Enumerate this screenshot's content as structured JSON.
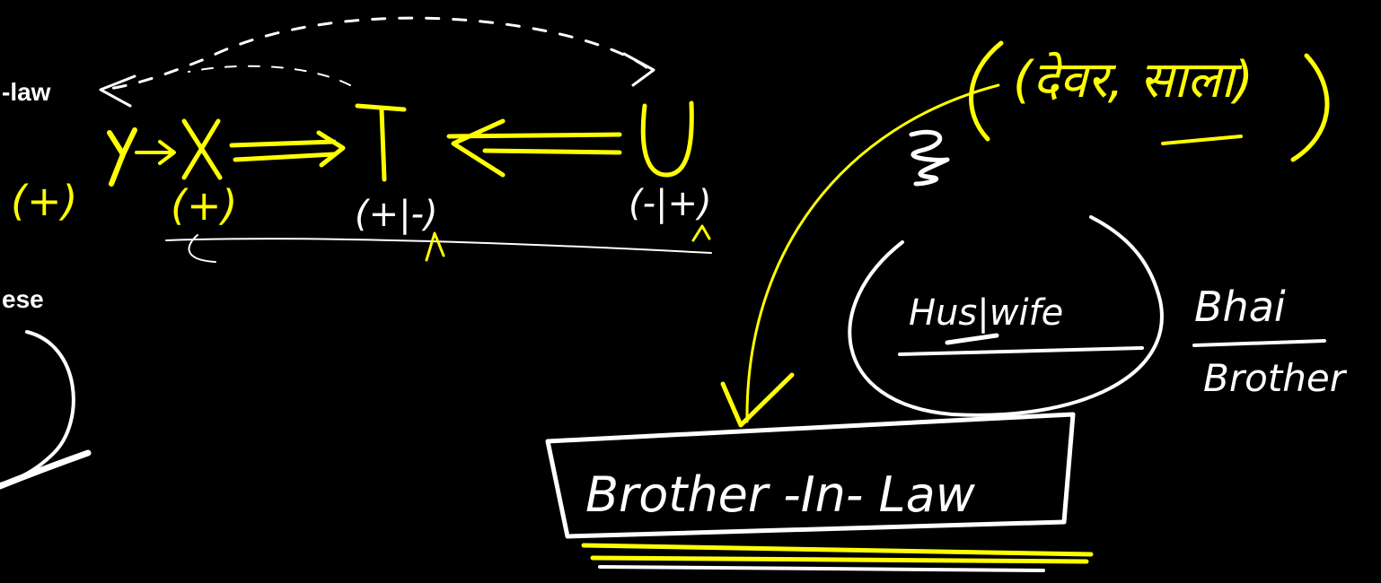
{
  "typed_text": {
    "law_fragment": "-law",
    "ese_fragment": "ese"
  },
  "handwriting": {
    "nodes": [
      {
        "name": "Y",
        "sign": "(+)"
      },
      {
        "name": "X",
        "sign": "(+)"
      },
      {
        "name": "T",
        "sign": "(+|-)"
      },
      {
        "name": "U",
        "sign": "(-|+)"
      }
    ],
    "hindi_pair": "(देवर, साला)",
    "hus_wife": "Hus|wife",
    "bhai": "Bhai",
    "brother": "Brother",
    "brother_in_law": "Brother -In- Law"
  },
  "colors": {
    "background": "#000000",
    "ink_white": "#ffffff",
    "ink_yellow": "#ffff00"
  }
}
